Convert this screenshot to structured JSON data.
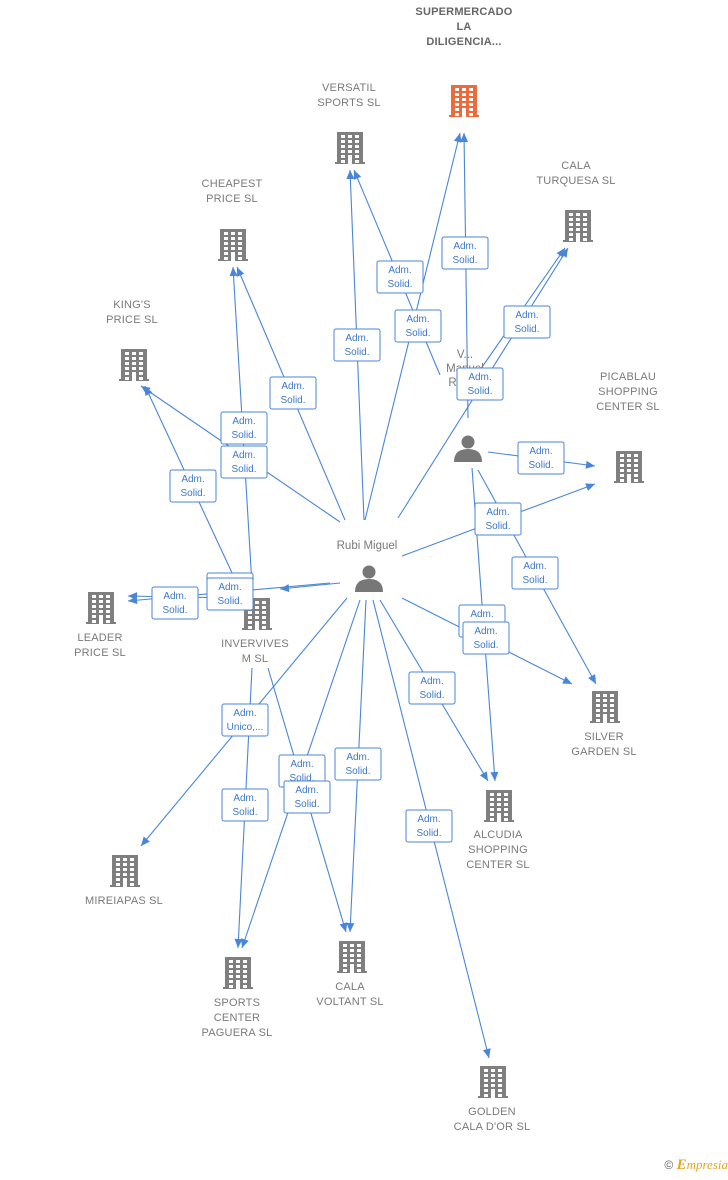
{
  "persons": [
    {
      "id": "rubi",
      "label_lines": [
        "Rubi Miguel"
      ]
    },
    {
      "id": "vm",
      "label_lines": [
        "V...",
        "Manuel",
        "Rafael"
      ]
    }
  ],
  "companies": [
    {
      "id": "supermercado",
      "label_lines": [
        "SUPERMERCADO",
        "LA",
        "DILIGENCIA..."
      ],
      "focus": true
    },
    {
      "id": "versatil",
      "label_lines": [
        "VERSATIL",
        "SPORTS  SL"
      ]
    },
    {
      "id": "cala_turquesa",
      "label_lines": [
        "CALA",
        "TURQUESA SL"
      ]
    },
    {
      "id": "cheapest",
      "label_lines": [
        "CHEAPEST",
        "PRICE  SL"
      ]
    },
    {
      "id": "kings",
      "label_lines": [
        "KING'S",
        "PRICE  SL"
      ]
    },
    {
      "id": "picablau",
      "label_lines": [
        "PICABLAU",
        "SHOPPING",
        "CENTER  SL"
      ]
    },
    {
      "id": "leader",
      "label_lines": [
        "LEADER",
        "PRICE  SL"
      ]
    },
    {
      "id": "intervives",
      "label_lines": [
        "INVERVIVES",
        "M  SL"
      ]
    },
    {
      "id": "silver",
      "label_lines": [
        "SILVER",
        "GARDEN SL"
      ]
    },
    {
      "id": "alcudia",
      "label_lines": [
        "ALCUDIA",
        "SHOPPING",
        "CENTER  SL"
      ]
    },
    {
      "id": "mireiapas",
      "label_lines": [
        "MIREIAPAS  SL"
      ]
    },
    {
      "id": "sports_center",
      "label_lines": [
        "SPORTS",
        "CENTER",
        "PAGUERA  SL"
      ]
    },
    {
      "id": "cala_voltant",
      "label_lines": [
        "CALA",
        "VOLTANT SL"
      ]
    },
    {
      "id": "golden",
      "label_lines": [
        "GOLDEN",
        "CALA D'OR SL"
      ]
    }
  ],
  "edges": [
    {
      "from": "rubi",
      "to": "supermercado",
      "role": [
        "Adm.",
        "Solid."
      ]
    },
    {
      "from": "vm",
      "to": "supermercado",
      "role": [
        "Adm.",
        "Solid."
      ]
    },
    {
      "from": "rubi",
      "to": "versatil",
      "role": [
        "Adm.",
        "Solid."
      ]
    },
    {
      "from": "vm",
      "to": "versatil",
      "role": [
        "Adm.",
        "Solid."
      ]
    },
    {
      "from": "rubi",
      "to": "cala_turquesa",
      "role": [
        "Adm.",
        "Solid."
      ]
    },
    {
      "from": "vm",
      "to": "cala_turquesa",
      "role": [
        "Adm.",
        "Solid."
      ]
    },
    {
      "from": "rubi",
      "to": "cheapest",
      "role": [
        "Adm.",
        "Solid."
      ]
    },
    {
      "from": "rubi",
      "to": "kings",
      "role": [
        "Adm.",
        "Solid."
      ]
    },
    {
      "from": "rubi",
      "to": "leader",
      "role": [
        "Adm.",
        "Solid."
      ]
    },
    {
      "from": "rubi",
      "to": "intervives",
      "role": [
        "Adm.",
        "Unico,..."
      ]
    },
    {
      "from": "vm",
      "to": "picablau",
      "role": [
        "Adm.",
        "Solid."
      ]
    },
    {
      "from": "rubi",
      "to": "picablau",
      "role": [
        "Adm.",
        "Solid."
      ]
    },
    {
      "from": "vm",
      "to": "silver",
      "role": [
        "Adm.",
        "Solid."
      ]
    },
    {
      "from": "rubi",
      "to": "silver",
      "role": [
        "Adm.",
        "Solid."
      ]
    },
    {
      "from": "vm",
      "to": "alcudia",
      "role": [
        "Adm.",
        "Solid."
      ]
    },
    {
      "from": "rubi",
      "to": "alcudia",
      "role": [
        "Adm.",
        "Solid."
      ]
    },
    {
      "from": "rubi",
      "to": "mireiapas",
      "role": [
        "Adm.",
        "Unico,..."
      ]
    },
    {
      "from": "rubi",
      "to": "sports_center",
      "role": [
        "Adm.",
        "Solid."
      ]
    },
    {
      "from": "rubi",
      "to": "cala_voltant",
      "role": [
        "Adm.",
        "Solid."
      ]
    },
    {
      "from": "rubi",
      "to": "golden",
      "role": [
        "Adm.",
        "Solid."
      ]
    },
    {
      "from": "intervives",
      "to": "cheapest",
      "role": [
        "Adm.",
        "Solid."
      ]
    },
    {
      "from": "intervives",
      "to": "kings",
      "role": [
        "Adm.",
        "Solid."
      ]
    },
    {
      "from": "intervives",
      "to": "leader",
      "role": [
        "Adm.",
        "Solid."
      ]
    },
    {
      "from": "intervives",
      "to": "sports_center",
      "role": [
        "Adm.",
        "Solid."
      ]
    },
    {
      "from": "intervives",
      "to": "cala_voltant",
      "role": [
        "Adm.",
        "Solid."
      ]
    }
  ],
  "footer": {
    "copyright": "©",
    "brand_initial": "E",
    "brand_rest": "mpresia"
  }
}
